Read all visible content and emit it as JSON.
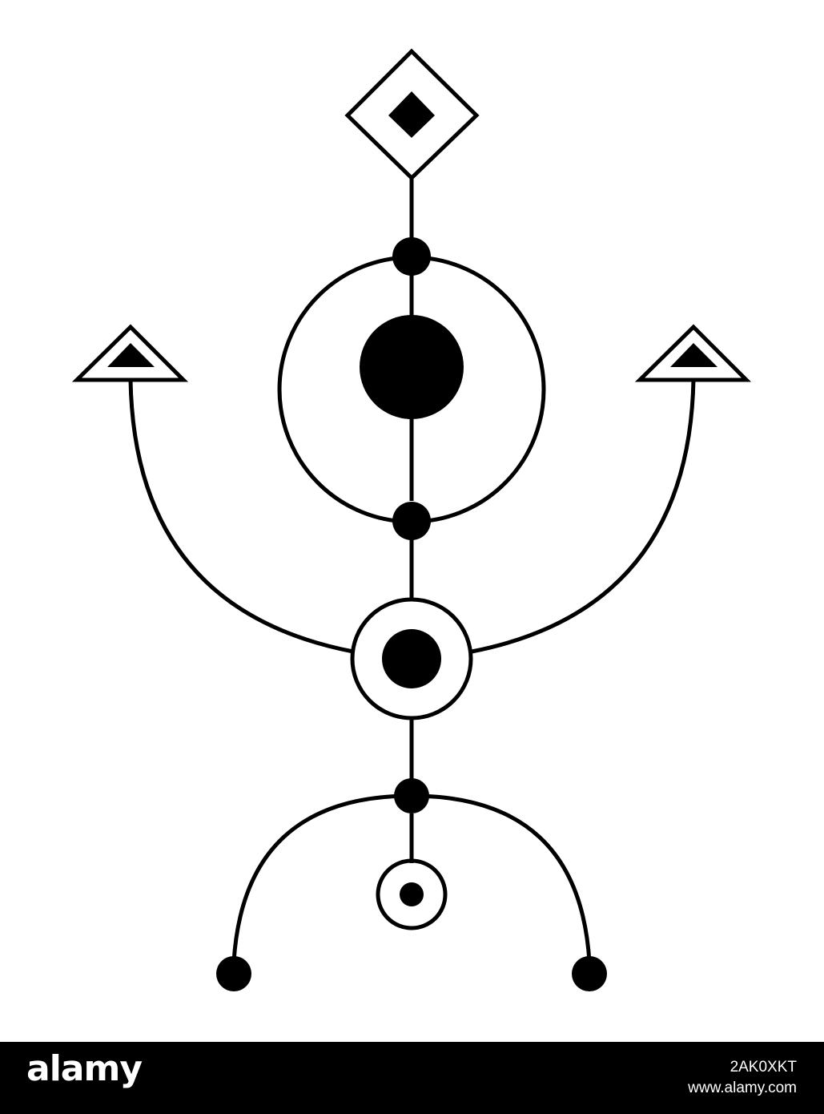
{
  "footer": {
    "brand": "alamy",
    "image_id": "2AK0XKT",
    "site_url": "www.alamy.com"
  },
  "colors": {
    "ink": "#000000",
    "paper": "#ffffff",
    "footer_background": "#000000",
    "footer_text": "#ffffff"
  }
}
